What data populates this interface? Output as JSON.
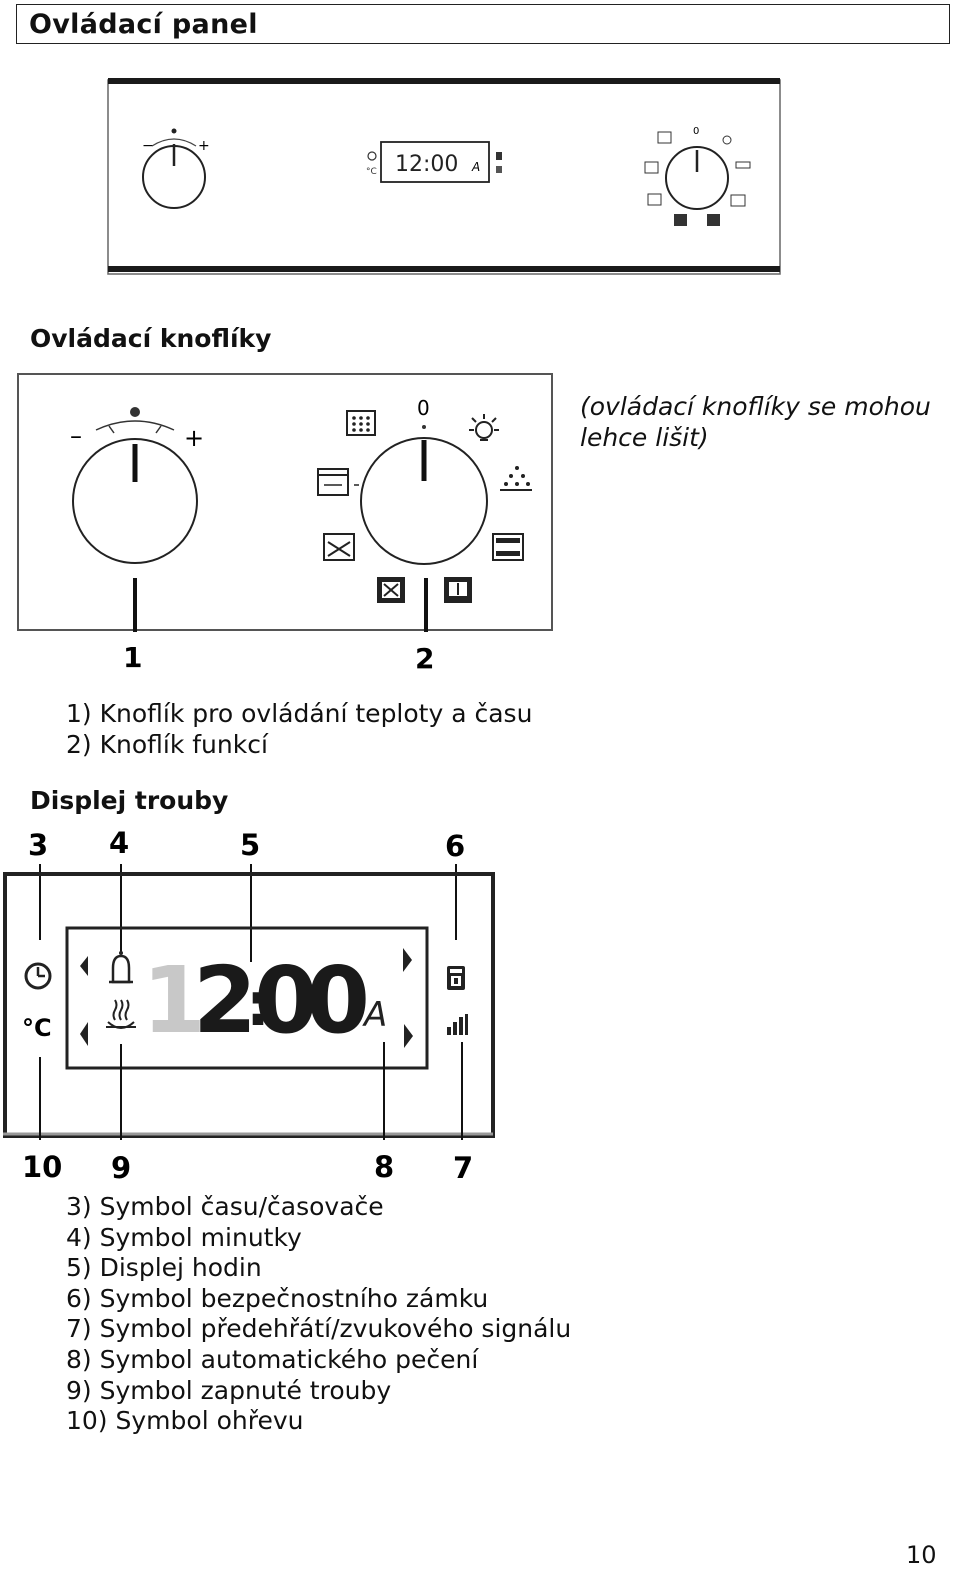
{
  "page_title": "Ovládací panel",
  "overview_panel": {
    "display_time": "12:00",
    "auto_letter": "A",
    "dial_zero": "0",
    "minus": "−",
    "plus": "+"
  },
  "knobs_section": {
    "heading": "Ovládací knoflíky",
    "note_line1": "(ovládací knoflíky se mohou",
    "note_line2": "lehce lišit)",
    "minus": "–",
    "plus": "+",
    "dial_zero": "0",
    "callouts": [
      "1",
      "2"
    ],
    "items": [
      "1) Knoflík pro ovládání teploty a času",
      "2) Knoflík funkcí"
    ]
  },
  "display_section": {
    "heading": "Displej trouby",
    "time_digits": [
      "1",
      "2",
      "0",
      "0"
    ],
    "time_colon": ":",
    "auto_letter": "A",
    "celsius": "°C",
    "callouts_top": [
      "3",
      "4",
      "5",
      "6"
    ],
    "callouts_bottom": [
      "10",
      "9",
      "8",
      "7"
    ],
    "items": [
      "3) Symbol času/časovače",
      "4) Symbol minutky",
      "5) Displej hodin",
      "6) Symbol bezpečnostního zámku",
      "7) Symbol předehřátí/zvukového signálu",
      "8) Symbol automatického pečení",
      "9) Symbol zapnuté trouby",
      "10) Symbol ohřevu"
    ]
  },
  "page_number": "10",
  "colors": {
    "ink": "#111111",
    "segment_dim": "#bdbdbd",
    "panel_bar": "#1a1a1a"
  }
}
